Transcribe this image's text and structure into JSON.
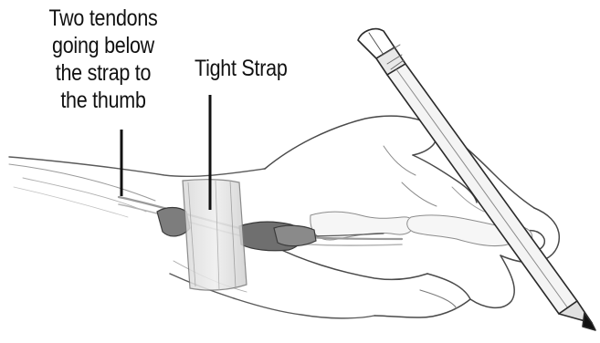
{
  "annotations": {
    "tendons_label": [
      "Two tendons",
      "going below",
      "the strap to",
      "the thumb"
    ],
    "strap_label": "Tight Strap"
  },
  "colors": {
    "ink": "#111111",
    "skin_outline": "#555555",
    "strap_gray": "#c9c9c9",
    "tendon_dark": "#6a6a6a",
    "pencil_outline": "#2a2a2a"
  },
  "icons": [
    "hand-illustration",
    "pencil-illustration"
  ]
}
